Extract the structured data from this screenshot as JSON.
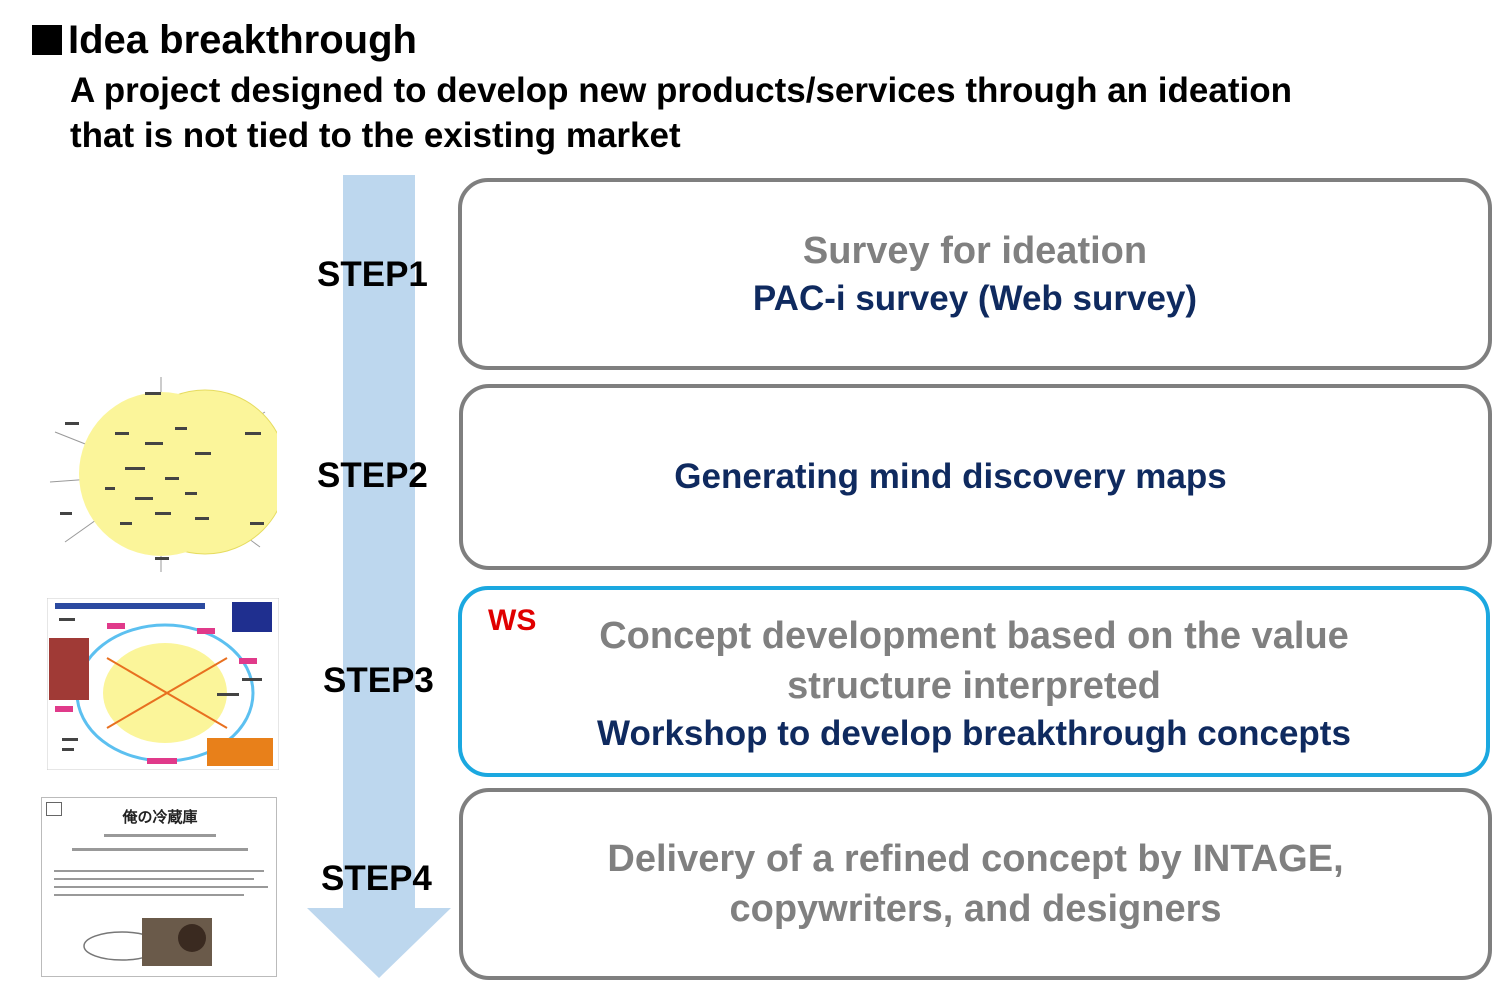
{
  "header": {
    "title": "Idea breakthrough",
    "subtitle_line1": "A project designed to develop new products/services through an ideation",
    "subtitle_line2": "that is not tied to the existing market"
  },
  "colors": {
    "arrow": "#bdd7ee",
    "box_border": "#7f7f7f",
    "ws_border": "#1ba8e0",
    "gray_text": "#808080",
    "navy_text": "#0f2a5f",
    "ws_label": "#e00000"
  },
  "steps": [
    {
      "label": "STEP1",
      "gray": "Survey for ideation",
      "navy": "PAC-i survey (Web survey)"
    },
    {
      "label": "STEP2",
      "navy": "Generating mind discovery maps"
    },
    {
      "label": "STEP3",
      "ws": "WS",
      "gray_line1": "Concept development based on the value",
      "gray_line2": "structure interpreted",
      "navy": "Workshop to develop breakthrough concepts"
    },
    {
      "label": "STEP4",
      "gray_line1": "Delivery of a refined concept by INTAGE,",
      "gray_line2": "copywriters, and designers"
    }
  ],
  "thumbnails": {
    "step4_title": "俺の冷蔵庫"
  }
}
